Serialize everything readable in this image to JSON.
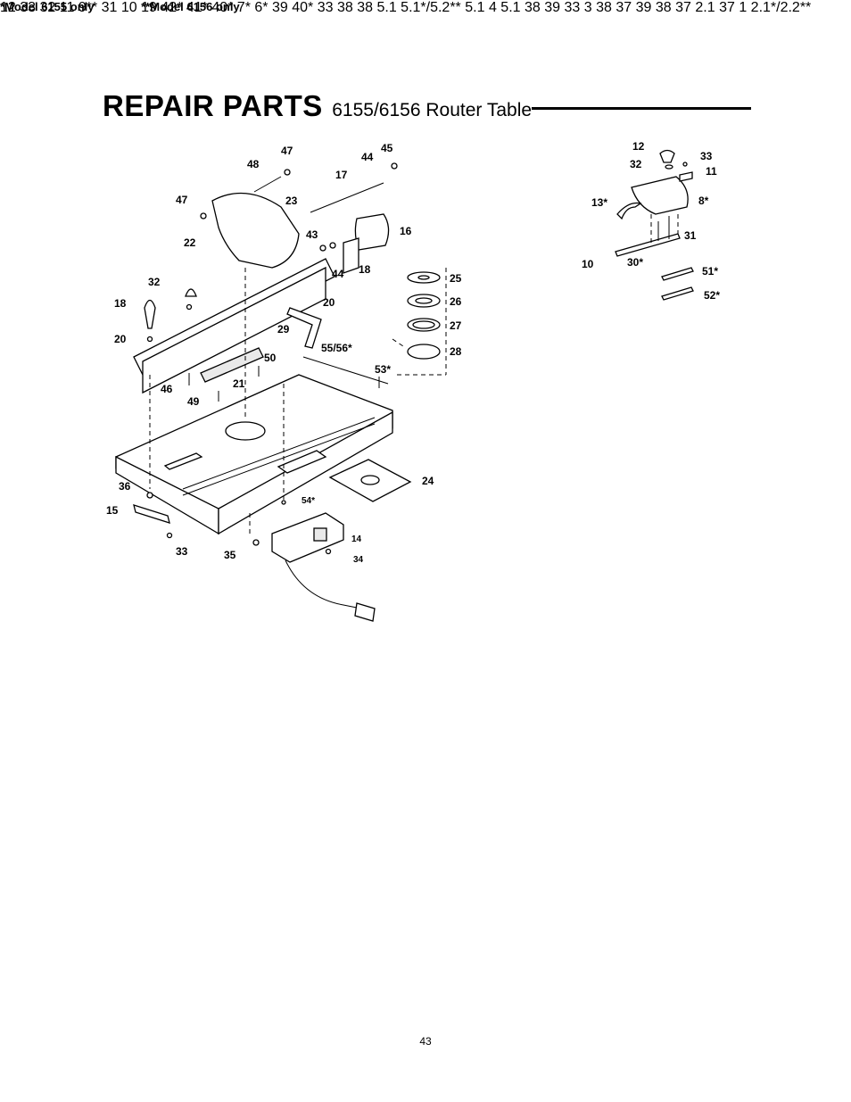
{
  "header": {
    "title": "REPAIR PARTS",
    "subtitle": "6155/6156 Router Table"
  },
  "notes": {
    "model_6155": "*Model 6155 only",
    "model_6156": "**Model 6156 only"
  },
  "callouts": {
    "table": [
      "47",
      "48",
      "45",
      "44",
      "17",
      "47",
      "23",
      "43",
      "16",
      "22",
      "44",
      "18",
      "25",
      "32",
      "18",
      "20",
      "26",
      "29",
      "27",
      "20",
      "55/56*",
      "28",
      "50",
      "46",
      "21",
      "53*",
      "49",
      "36",
      "24",
      "15",
      "54*",
      "14",
      "33",
      "35",
      "34"
    ],
    "fence_6155": [
      "12",
      "33",
      "32",
      "11",
      "13*",
      "8*",
      "31",
      "10",
      "30*",
      "51*",
      "52*"
    ],
    "fence_6156": [
      "12",
      "33",
      "32",
      "11",
      "9**",
      "31",
      "10"
    ],
    "legs": [
      "19",
      "42*",
      "41*",
      "40*",
      "7*",
      "6*",
      "39",
      "40*",
      "33",
      "38",
      "38"
    ],
    "base": [
      "5.1",
      "5.1*/5.2**",
      "5.1",
      "4",
      "5.1",
      "38",
      "39",
      "33",
      "3",
      "38",
      "37",
      "39",
      "38",
      "37",
      "2.1",
      "37",
      "1",
      "2.1*/2.2**"
    ]
  },
  "footer": {
    "page_number": "43"
  }
}
